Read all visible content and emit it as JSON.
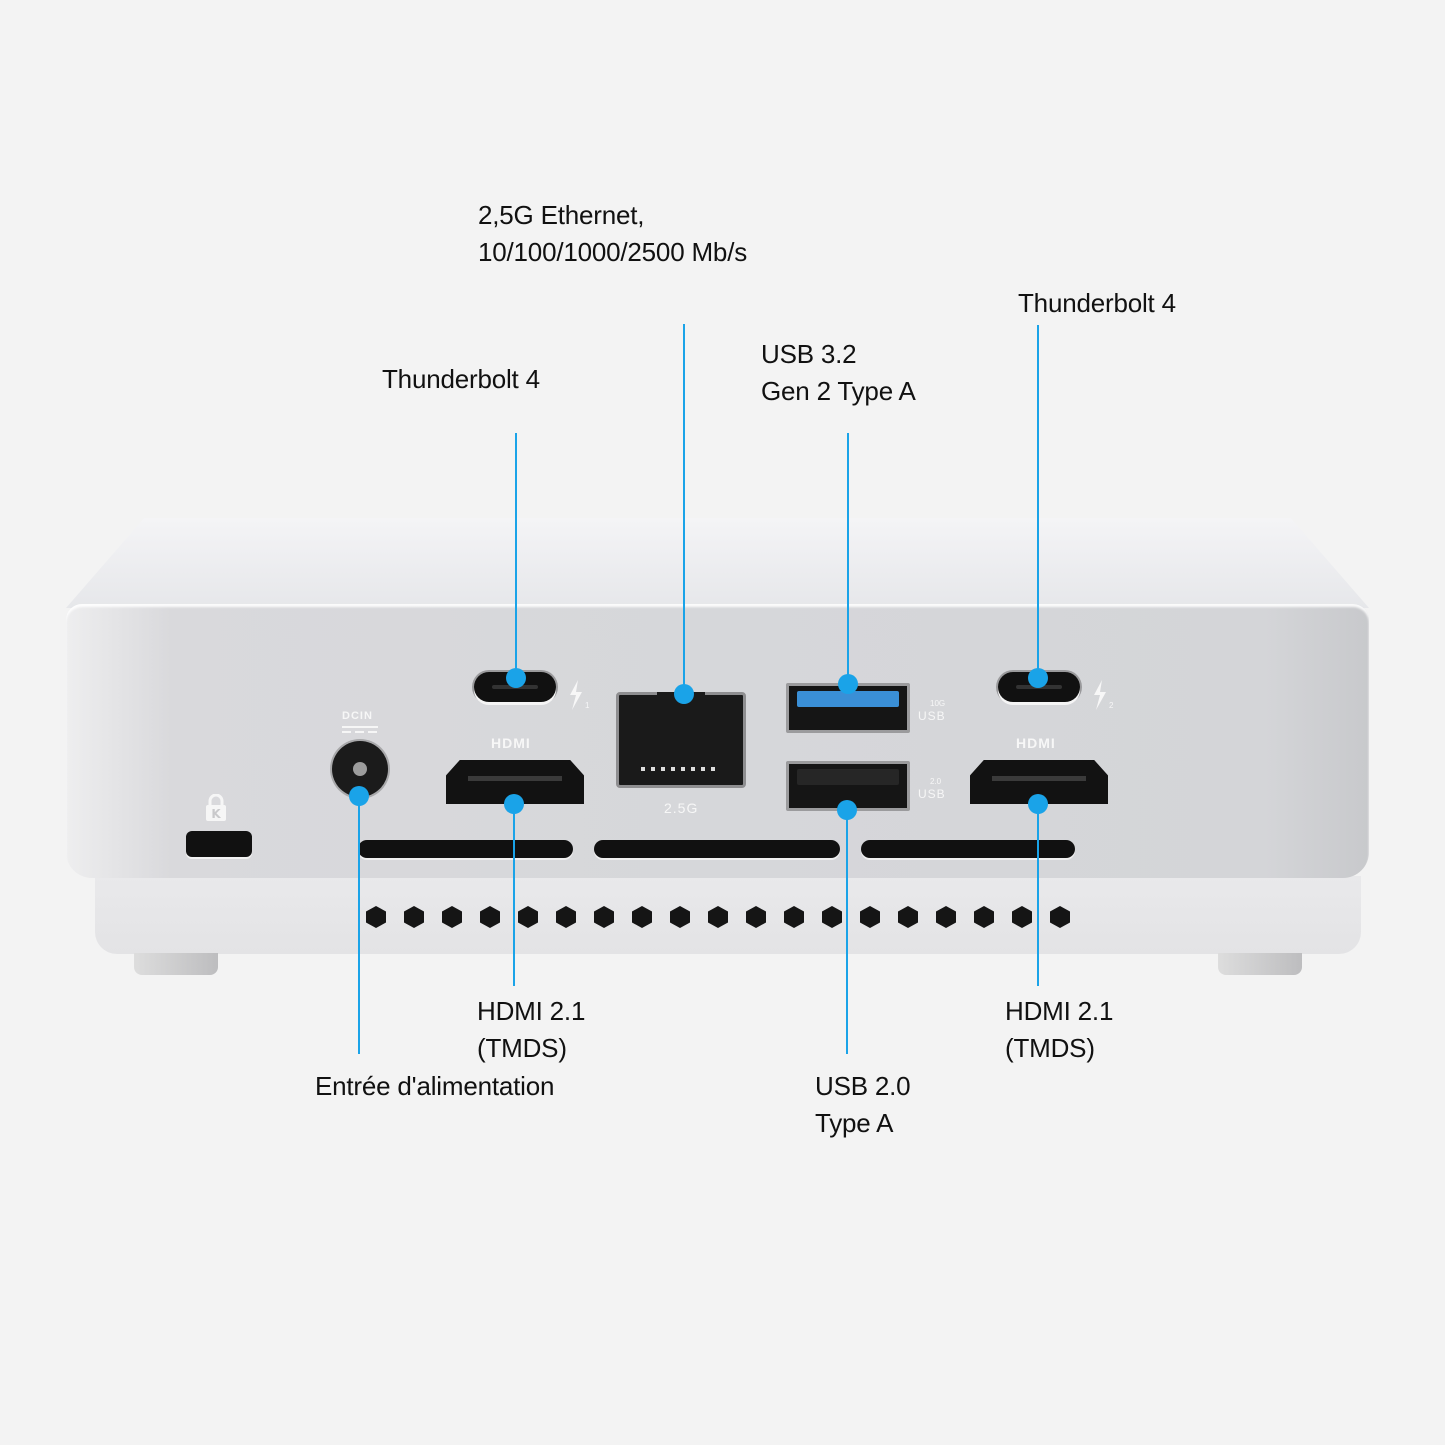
{
  "accent_color": "#1aa3e8",
  "background_color": "#f3f3f3",
  "callouts": {
    "thunderbolt_left": "Thunderbolt 4",
    "ethernet_line1": "2,5G Ethernet,",
    "ethernet_line2": "10/100/1000/2500 Mb/s",
    "usb32_line1": "USB 3.2",
    "usb32_line2": "Gen 2 Type A",
    "thunderbolt_right": "Thunderbolt 4",
    "hdmi_left_line1": "HDMI 2.1",
    "hdmi_left_line2": "(TMDS)",
    "power_input": "Entrée d'alimentation",
    "usb20_line1": "USB 2.0",
    "usb20_line2": "Type A",
    "hdmi_right_line1": "HDMI 2.1",
    "hdmi_right_line2": "(TMDS)"
  },
  "device_labels": {
    "dcin": "DCIN",
    "hdmi_left": "HDMI",
    "hdmi_right": "HDMI",
    "ethernet": "2.5G",
    "usb_top": "USB",
    "usb_top_speed": "10G",
    "usb_bottom": "USB",
    "usb_bottom_speed": "2.0",
    "tb_left_num": "1",
    "tb_right_num": "2",
    "lock_letter": "K"
  },
  "vent_hole_count": 19
}
